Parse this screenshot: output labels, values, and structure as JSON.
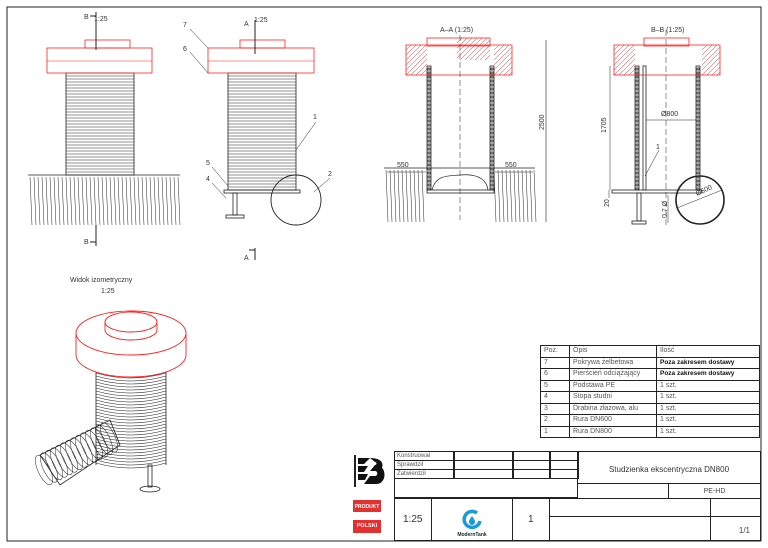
{
  "views": {
    "front": {
      "section_mark": "B",
      "scale": "1:25",
      "section_mark_bottom": "B"
    },
    "side": {
      "section_mark": "A",
      "scale": "1:25",
      "section_mark_bottom": "A",
      "callouts": [
        "7",
        "6",
        "5",
        "4",
        "1",
        "2"
      ]
    },
    "section_aa": {
      "title": "A–A (1:25)",
      "dim_height": "2500",
      "dim_left": "550",
      "dim_right": "550"
    },
    "section_bb": {
      "title": "B–B (1:25)",
      "dim_height": "1705",
      "dim_diameter": "Ø800",
      "dim_pipe": "Ø600",
      "dim_base": "20",
      "dim_pipe_height": "0.7 Ø",
      "callout": "1"
    },
    "isometric": {
      "title": "Widok izometryczny",
      "scale": "1:25"
    }
  },
  "parts_table": {
    "headers": [
      "Poz.",
      "Opis",
      "Ilość"
    ],
    "rows": [
      [
        "7",
        "Pokrywa żelbetowa",
        "Poza zakresem dostawy"
      ],
      [
        "6",
        "Pierścień odciążający",
        "Poza zakresem dostawy"
      ],
      [
        "5",
        "Podstawa PE",
        "1 szt."
      ],
      [
        "4",
        "Stopa studni",
        "1 szt."
      ],
      [
        "3",
        "Drabina złazowa, alu",
        "1 szt."
      ],
      [
        "2",
        "Rura DN600",
        "1 szt."
      ],
      [
        "1",
        "Rura DN800",
        "1 szt."
      ]
    ]
  },
  "title_block": {
    "roles": [
      "Konstruował",
      "Sprawdził",
      "Zatwierdził"
    ],
    "title": "Studzienka ekscentryczna DN800",
    "material": "PE-HD",
    "scale": "1:25",
    "brand": "ModernTank",
    "quantity": "1",
    "sheet": "1/1",
    "badge_top": "PRODUKT",
    "badge_bottom": "POLSKI"
  },
  "colors": {
    "cap": "#ff2020",
    "line": "#222222",
    "badge": "#e53030",
    "brand": "#1a9ad6"
  }
}
